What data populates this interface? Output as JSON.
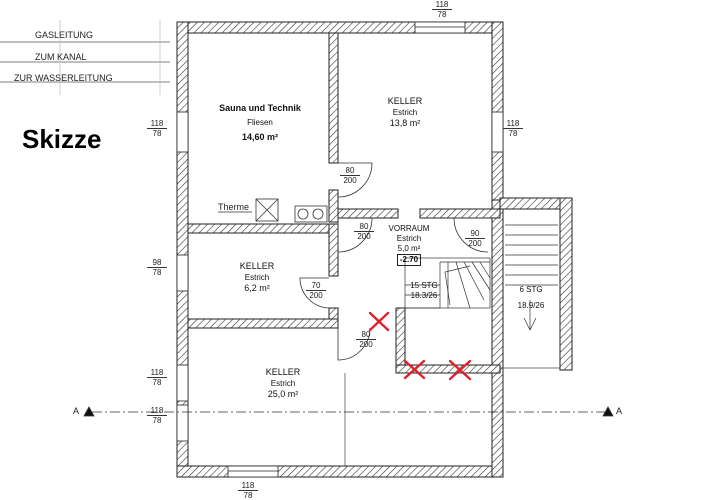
{
  "title": "Skizze",
  "pipes": [
    "GASLEITUNG",
    "ZUM KANAL",
    "ZUR WASSERLEITUNG"
  ],
  "rooms": {
    "sauna": {
      "name": "Sauna und Technik",
      "floor": "Fliesen",
      "area": "14,60 m²"
    },
    "keller_ne": {
      "name": "KELLER",
      "floor": "Estrich",
      "area": "13,8 m²"
    },
    "keller_mid": {
      "name": "KELLER",
      "floor": "Estrich",
      "area": "6,2 m²"
    },
    "keller_s": {
      "name": "KELLER",
      "floor": "Estrich",
      "area": "25,0 m²"
    },
    "vorraum": {
      "name": "VORRAUM",
      "floor": "Estrich",
      "area": "5,0 m²",
      "level": "-2.70"
    }
  },
  "fixtures": {
    "therme": "Therme"
  },
  "stairs": {
    "main": {
      "steps": "15 STG",
      "ratio": "18.3/26"
    },
    "side": {
      "steps": "6 STG",
      "ratio": "18.9/26"
    }
  },
  "doors": [
    {
      "w": "80",
      "h": "200"
    },
    {
      "w": "80",
      "h": "200"
    },
    {
      "w": "90",
      "h": "200"
    },
    {
      "w": "70",
      "h": "200"
    },
    {
      "w": "80",
      "h": "200"
    }
  ],
  "windows": {
    "top": {
      "w": "118",
      "h": "78"
    },
    "left_upper": {
      "w": "118",
      "h": "78"
    },
    "right_upper": {
      "w": "118",
      "h": "78"
    },
    "left_mid": {
      "w": "98",
      "h": "78"
    },
    "left_lower": {
      "w": "118",
      "h": "78"
    },
    "left_lowest": {
      "w": "118",
      "h": "78"
    },
    "bottom": {
      "w": "118",
      "h": "78"
    }
  },
  "section": {
    "left": "A",
    "right": "A"
  }
}
